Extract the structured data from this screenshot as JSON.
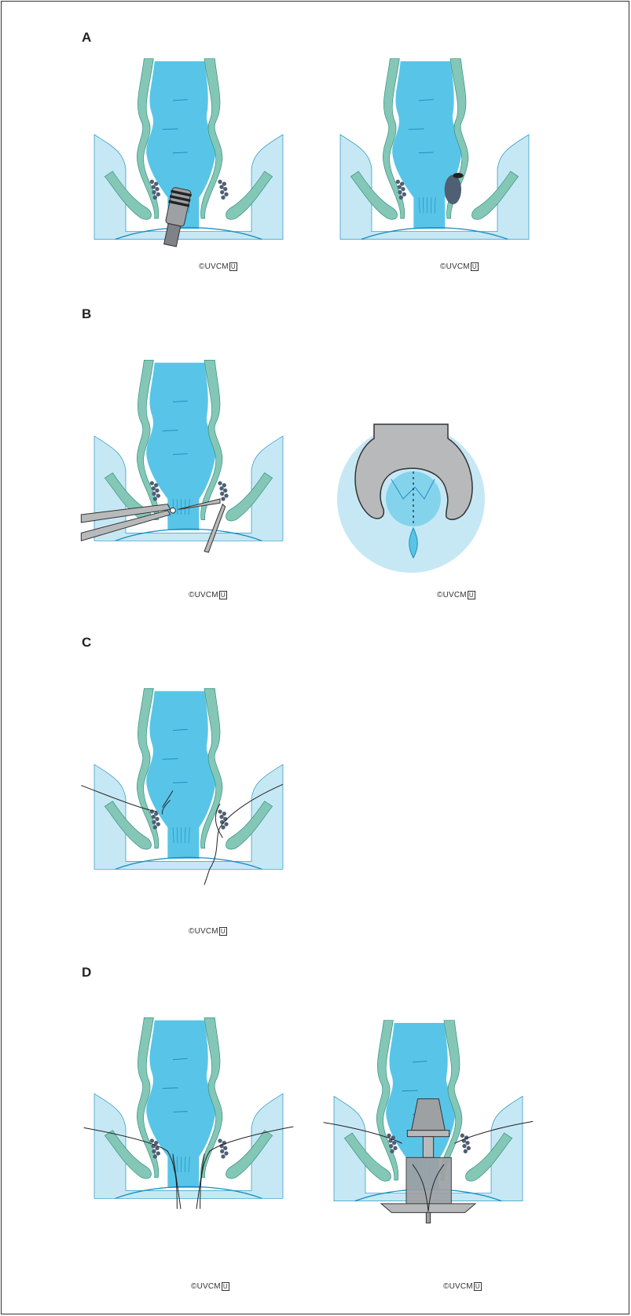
{
  "panels": [
    {
      "label": "A"
    },
    {
      "label": "B"
    },
    {
      "label": "C"
    },
    {
      "label": "D"
    }
  ],
  "copyright_text": "©UVCM",
  "copyright_mark": "U",
  "colors": {
    "lumen": "#58c5e8",
    "tissue_light": "#c6e8f4",
    "muscle": "#84c7b6",
    "muscle_dark": "#2f8e7c",
    "hemorrhoid": "#4f5f74",
    "instrument": "#b7b9bb",
    "outline": "#1b8fc0"
  }
}
